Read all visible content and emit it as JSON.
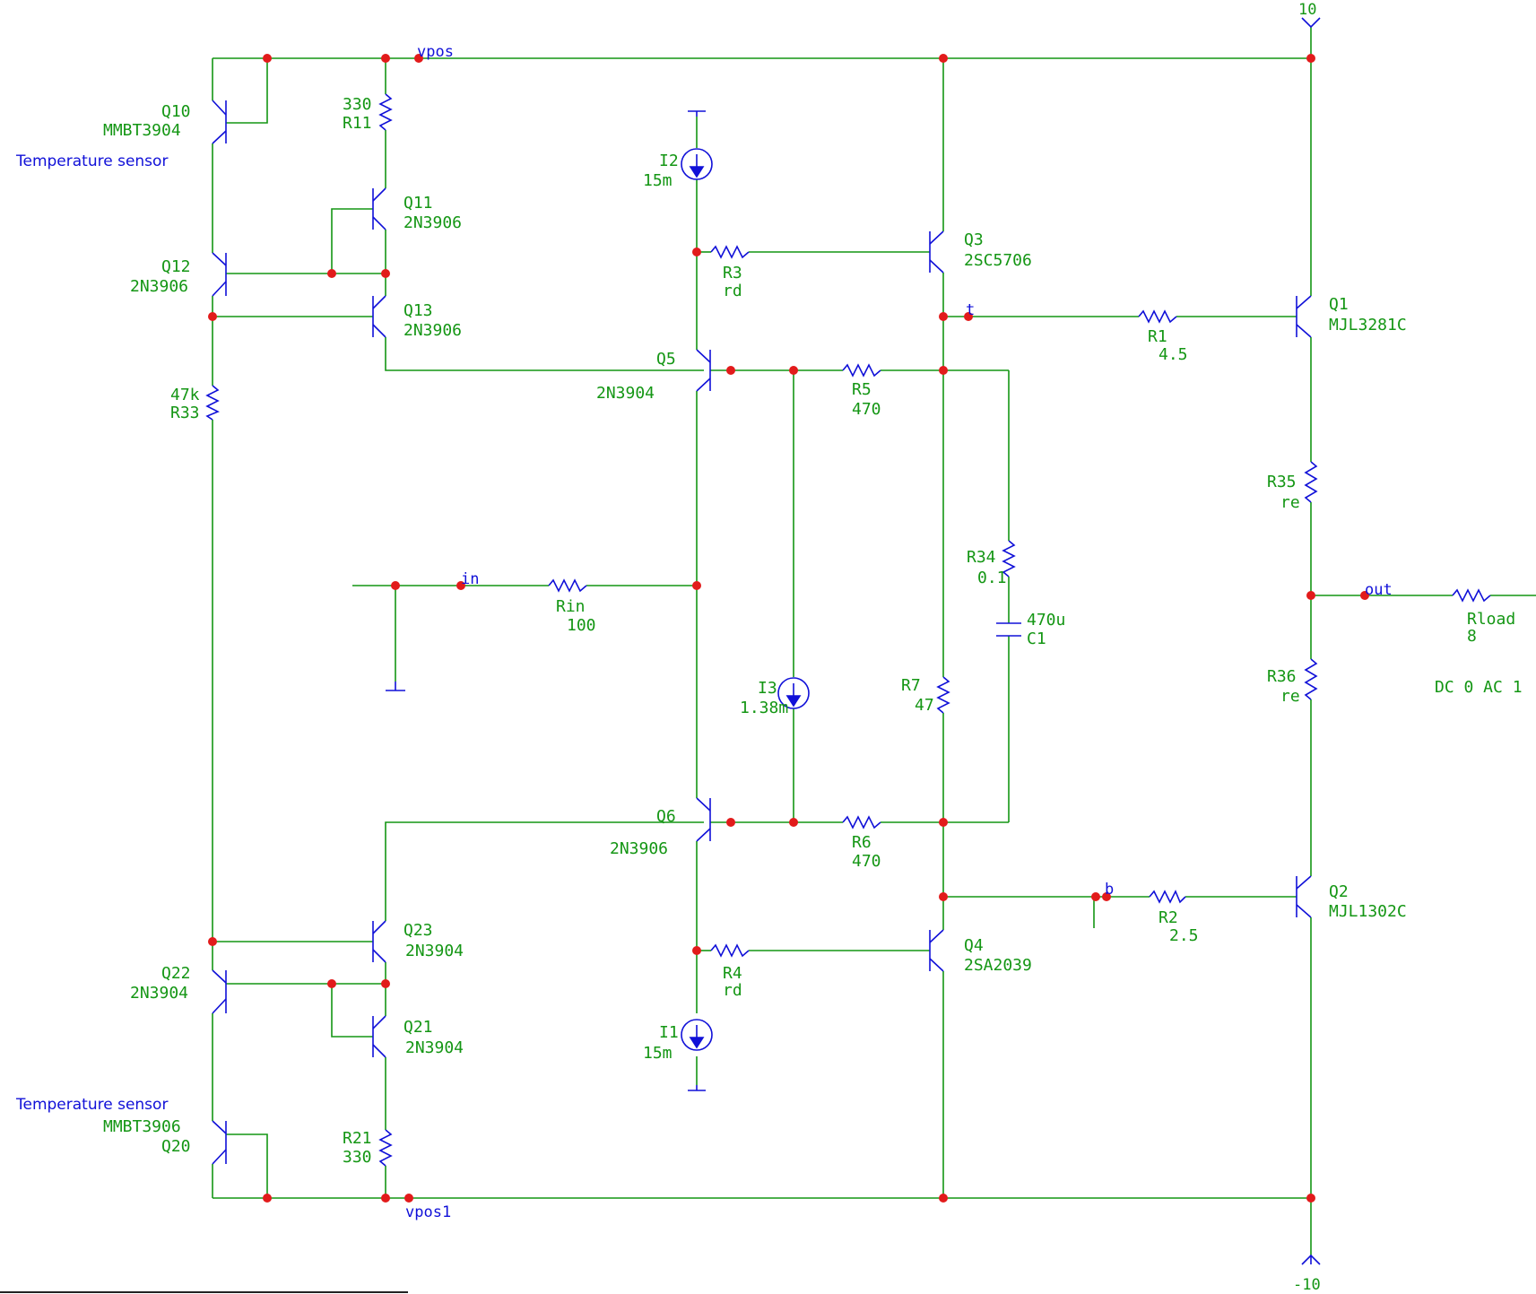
{
  "schematic": {
    "nets": {
      "vpos": "vpos",
      "vpos1": "vpos1",
      "in": "in",
      "out": "out",
      "t": "t",
      "b": "b"
    },
    "supplies": {
      "positive": "10",
      "negative": "-10"
    },
    "notes": {
      "top_sensor": "Temperature sensor",
      "bottom_sensor": "Temperature sensor"
    },
    "source_spec": "DC 0 AC 1",
    "colors": {
      "wire": "#149614",
      "component": "#1010d8",
      "node": "#e21b1b"
    },
    "transistors": {
      "Q10": {
        "ref": "Q10",
        "model": "MMBT3904"
      },
      "Q11": {
        "ref": "Q11",
        "model": "2N3906"
      },
      "Q12": {
        "ref": "Q12",
        "model": "2N3906"
      },
      "Q13": {
        "ref": "Q13",
        "model": "2N3906"
      },
      "Q5": {
        "ref": "Q5",
        "model": "2N3904"
      },
      "Q6": {
        "ref": "Q6",
        "model": "2N3906"
      },
      "Q3": {
        "ref": "Q3",
        "model": "2SC5706"
      },
      "Q4": {
        "ref": "Q4",
        "model": "2SA2039"
      },
      "Q1": {
        "ref": "Q1",
        "model": "MJL3281C"
      },
      "Q2": {
        "ref": "Q2",
        "model": "MJL1302C"
      },
      "Q23": {
        "ref": "Q23",
        "model": "2N3904"
      },
      "Q22": {
        "ref": "Q22",
        "model": "2N3904"
      },
      "Q21": {
        "ref": "Q21",
        "model": "2N3904"
      },
      "Q20": {
        "ref": "Q20",
        "model": "MMBT3906"
      }
    },
    "resistors": {
      "R11": {
        "ref": "R11",
        "value": "330"
      },
      "R33": {
        "ref": "R33",
        "value": "47k"
      },
      "R3": {
        "ref": "R3",
        "value": "rd"
      },
      "R4": {
        "ref": "R4",
        "value": "rd"
      },
      "R5": {
        "ref": "R5",
        "value": "470"
      },
      "R6": {
        "ref": "R6",
        "value": "470"
      },
      "Rin": {
        "ref": "Rin",
        "value": "100"
      },
      "R34": {
        "ref": "R34",
        "value": "0.1"
      },
      "R7": {
        "ref": "R7",
        "value": "47"
      },
      "R1": {
        "ref": "R1",
        "value": "4.5"
      },
      "R2": {
        "ref": "R2",
        "value": "2.5"
      },
      "R35": {
        "ref": "R35",
        "value": "re"
      },
      "R36": {
        "ref": "R36",
        "value": "re"
      },
      "Rload": {
        "ref": "Rload",
        "value": "8"
      },
      "R21": {
        "ref": "R21",
        "value": "330"
      }
    },
    "capacitors": {
      "C1": {
        "ref": "C1",
        "value": "470u"
      }
    },
    "sources": {
      "I2": {
        "ref": "I2",
        "value": "15m"
      },
      "I3": {
        "ref": "I3",
        "value": "1.38m"
      },
      "I1": {
        "ref": "I1",
        "value": "15m"
      }
    }
  }
}
